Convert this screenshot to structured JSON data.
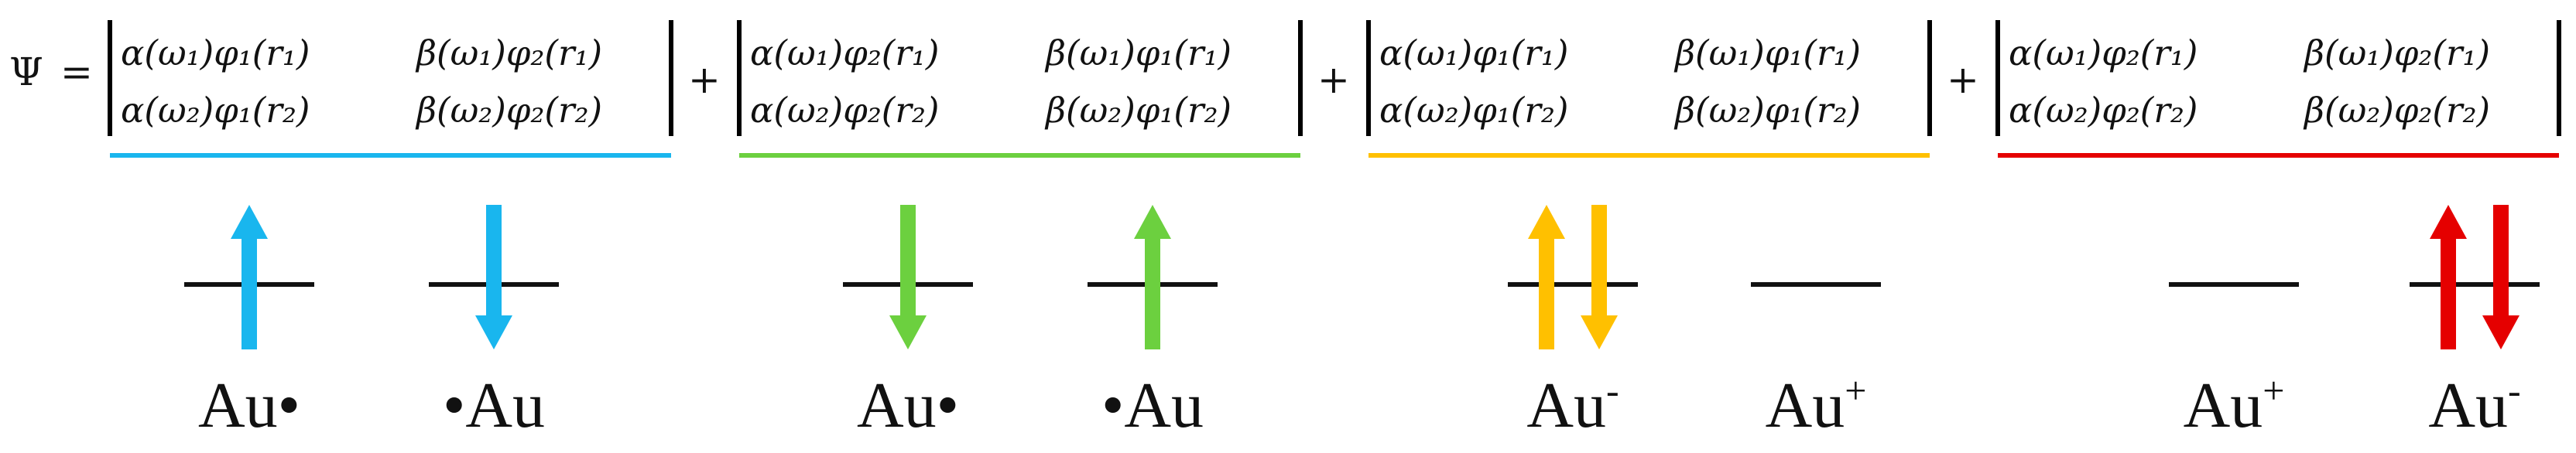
{
  "equation": {
    "lhs": "Ψ",
    "equals": "=",
    "plus": "+"
  },
  "determinants": [
    {
      "color": "#19b6ee",
      "cells": [
        [
          "α(ω₁)φ₁(r₁)",
          "β(ω₁)φ₂(r₁)"
        ],
        [
          "α(ω₂)φ₁(r₂)",
          "β(ω₂)φ₂(r₂)"
        ]
      ]
    },
    {
      "color": "#6cd03f",
      "cells": [
        [
          "α(ω₁)φ₂(r₁)",
          "β(ω₁)φ₁(r₁)"
        ],
        [
          "α(ω₂)φ₂(r₂)",
          "β(ω₂)φ₁(r₂)"
        ]
      ]
    },
    {
      "color": "#ffc000",
      "cells": [
        [
          "α(ω₁)φ₁(r₁)",
          "β(ω₁)φ₁(r₁)"
        ],
        [
          "α(ω₂)φ₁(r₂)",
          "β(ω₂)φ₁(r₂)"
        ]
      ]
    },
    {
      "color": "#e50000",
      "cells": [
        [
          "α(ω₁)φ₂(r₁)",
          "β(ω₁)φ₂(r₁)"
        ],
        [
          "α(ω₂)φ₂(r₂)",
          "β(ω₂)φ₂(r₂)"
        ]
      ]
    }
  ],
  "configurations": [
    {
      "color": "#19b6ee",
      "sites": [
        {
          "arrows": [
            "up"
          ],
          "label": "Au",
          "radical": "right",
          "charge": ""
        },
        {
          "arrows": [
            "down"
          ],
          "label": "Au",
          "radical": "left",
          "charge": ""
        }
      ]
    },
    {
      "color": "#6cd03f",
      "sites": [
        {
          "arrows": [
            "down"
          ],
          "label": "Au",
          "radical": "right",
          "charge": ""
        },
        {
          "arrows": [
            "up"
          ],
          "label": "Au",
          "radical": "left",
          "charge": ""
        }
      ]
    },
    {
      "color": "#ffc000",
      "sites": [
        {
          "arrows": [
            "up",
            "down"
          ],
          "label": "Au",
          "radical": "",
          "charge": "-"
        },
        {
          "arrows": [],
          "label": "Au",
          "radical": "",
          "charge": "+"
        }
      ]
    },
    {
      "color": "#e50000",
      "sites": [
        {
          "arrows": [],
          "label": "Au",
          "radical": "",
          "charge": "+"
        },
        {
          "arrows": [
            "up",
            "down"
          ],
          "label": "Au",
          "radical": "",
          "charge": "-"
        }
      ]
    }
  ]
}
